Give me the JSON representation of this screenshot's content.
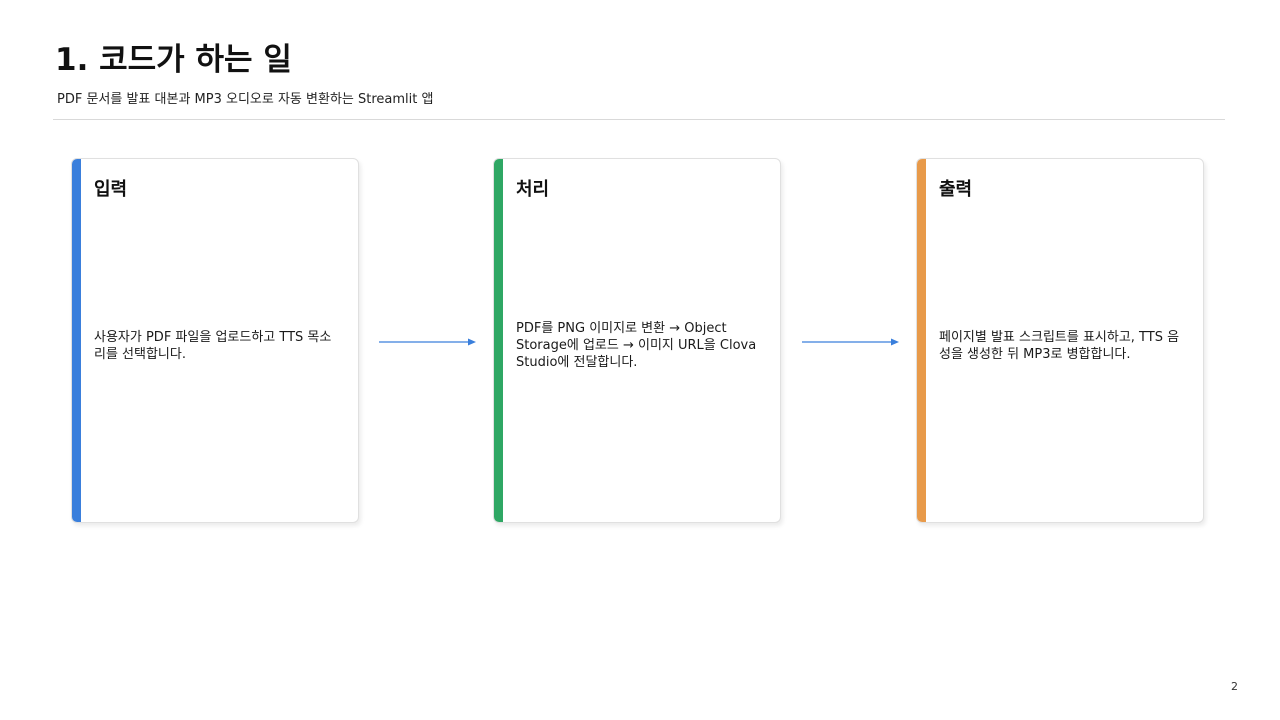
{
  "slide": {
    "title": "1. 코드가 하는 일",
    "subtitle": "PDF 문서를 발표 대본과 MP3 오디오로 자동 변환하는 Streamlit 앱",
    "page_number": "2"
  },
  "steps": [
    {
      "title": "입력",
      "body": "사용자가 PDF 파일을 업로드하고 TTS 목소리를 선택합니다.",
      "accent_color": "#3a7fdc"
    },
    {
      "title": "처리",
      "body": "PDF를 PNG 이미지로 변환 → Object Storage에 업로드 → 이미지 URL을 Clova Studio에 전달합니다.",
      "accent_color": "#2fa764"
    },
    {
      "title": "출력",
      "body": "페이지별 발표 스크립트를 표시하고, TTS 음성을 생성한 뒤 MP3로 병합합니다.",
      "accent_color": "#e89a4a"
    }
  ],
  "arrow_color": "#3a7fdc",
  "arrow_icon": "arrow-right-icon"
}
